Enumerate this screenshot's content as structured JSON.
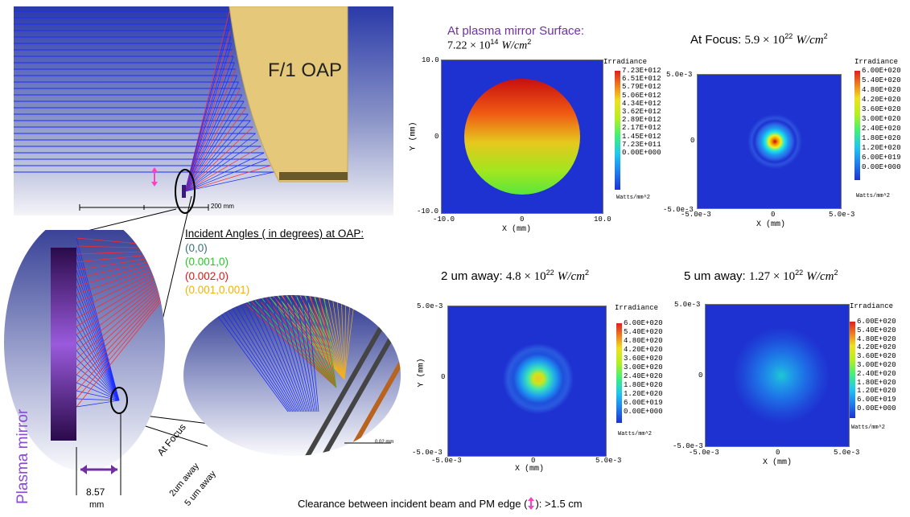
{
  "colors": {
    "accent_purple": "#7030a0",
    "pink_arrow": "#ff3ec8",
    "ray_blue": "#1a2cff",
    "ray_red": "#ff2a2a",
    "ray_green": "#2fd12f",
    "ray_orange": "#f0b020",
    "oap_gold": "#e6c87a",
    "plot_background": "#1e32d2"
  },
  "top_left": {
    "oap_label": "F/1 OAP",
    "scale_label": "200 mm"
  },
  "angles": {
    "heading": "Incident Angles ( in degrees) at OAP:",
    "items": [
      {
        "text": "(0,0)",
        "color": "#3a6f7a"
      },
      {
        "text": "(0.001,0)",
        "color": "#22cc22"
      },
      {
        "text": "(0.002,0)",
        "color": "#ee1111"
      },
      {
        "text": "(0.001,0.001)",
        "color": "#f0b400"
      }
    ]
  },
  "zoom_left": {
    "mirror_label": "Plasma mirror",
    "distance_value": "8.57",
    "distance_unit": "mm"
  },
  "zoom_right": {
    "scale_label": "0.02 mm",
    "plane_labels": [
      "At Focus",
      "2um away",
      "5 um away"
    ]
  },
  "footer": {
    "prefix": "Clearance between incident beam and PM edge (",
    "suffix": "): >1.5 cm"
  },
  "panels": [
    {
      "id": "surface",
      "title_prefix": "At plasma mirror Surface:",
      "title_value": "7.22 × 10",
      "title_exp": "14",
      "title_unit": "W/cm",
      "title_unit_exp": "2",
      "colorbar_title": "Irradiance",
      "colorbar_ticks": [
        "7.23E+012",
        "6.51E+012",
        "5.79E+012",
        "5.06E+012",
        "4.34E+012",
        "3.62E+012",
        "2.89E+012",
        "2.17E+012",
        "1.45E+012",
        "7.23E+011",
        "0.00E+000"
      ],
      "colorbar_unit": "Watts/mm^2",
      "xticks": [
        "-10.0",
        "0",
        "10.0"
      ],
      "yticks": [
        "10.0",
        "0",
        "-10.0"
      ],
      "xlabel": "X (mm)",
      "ylabel": "Y (mm)"
    },
    {
      "id": "focus",
      "title_prefix": "At  Focus:",
      "title_value": "5.9 × 10",
      "title_exp": "22",
      "title_unit": "W/cm",
      "title_unit_exp": "2",
      "colorbar_title": "Irradiance",
      "colorbar_ticks": [
        "6.00E+020",
        "5.40E+020",
        "4.80E+020",
        "4.20E+020",
        "3.60E+020",
        "3.00E+020",
        "2.40E+020",
        "1.80E+020",
        "1.20E+020",
        "6.00E+019",
        "0.00E+000"
      ],
      "colorbar_unit": "Watts/mm^2",
      "xticks": [
        "-5.0e-3",
        "0",
        "5.0e-3"
      ],
      "yticks": [
        "5.0e-3",
        "0",
        "-5.0e-3"
      ],
      "xlabel": "X (mm)",
      "ylabel": ""
    },
    {
      "id": "two_um",
      "title_prefix": "2 um away:",
      "title_value": "4.8 × 10",
      "title_exp": "22",
      "title_unit": "W/cm",
      "title_unit_exp": "2",
      "colorbar_title": "Irradiance",
      "colorbar_ticks": [
        "6.00E+020",
        "5.40E+020",
        "4.80E+020",
        "4.20E+020",
        "3.60E+020",
        "3.00E+020",
        "2.40E+020",
        "1.80E+020",
        "1.20E+020",
        "6.00E+019",
        "0.00E+000"
      ],
      "colorbar_unit": "Watts/mm^2",
      "xticks": [
        "-5.0e-3",
        "0",
        "5.0e-3"
      ],
      "yticks": [
        "5.0e-3",
        "0",
        "-5.0e-3"
      ],
      "xlabel": "X (mm)",
      "ylabel": "Y (mm)"
    },
    {
      "id": "five_um",
      "title_prefix": "5 um away:",
      "title_value": "1.27 × 10",
      "title_exp": "22",
      "title_unit": "W/cm",
      "title_unit_exp": "2",
      "colorbar_title": "Irradiance",
      "colorbar_ticks": [
        "6.00E+020",
        "5.40E+020",
        "4.80E+020",
        "4.20E+020",
        "3.60E+020",
        "3.00E+020",
        "2.40E+020",
        "1.80E+020",
        "1.20E+020",
        "6.00E+019",
        "0.00E+000"
      ],
      "colorbar_unit": "Watts/mm^2",
      "xticks": [
        "-5.0e-3",
        "0",
        "5.0e-3"
      ],
      "yticks": [
        "5.0e-3",
        "0",
        "-5.0e-3"
      ],
      "xlabel": "X (mm)",
      "ylabel": ""
    }
  ]
}
